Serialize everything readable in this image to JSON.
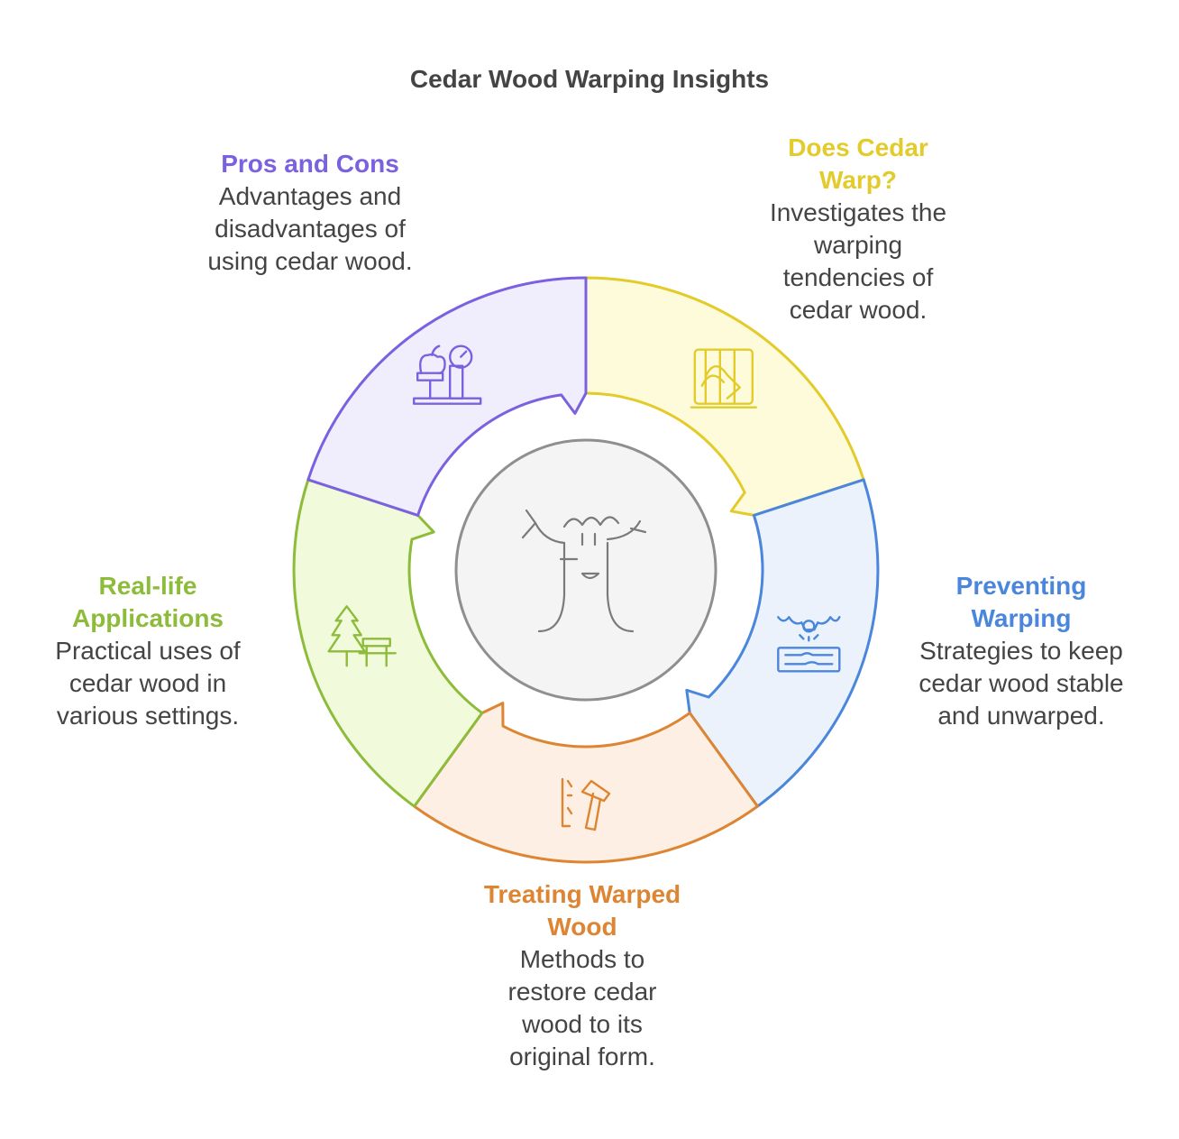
{
  "title": "Cedar Wood Warping Insights",
  "segments": [
    {
      "id": "does-cedar-warp",
      "heading_lines": [
        "Does Cedar",
        "Warp?"
      ],
      "description_lines": [
        "Investigates the",
        "warping",
        "tendencies of",
        "cedar wood."
      ],
      "color": "#E2CB2A",
      "fill": "#FEFBDB",
      "icon": "wood-planks-icon"
    },
    {
      "id": "preventing-warping",
      "heading_lines": [
        "Preventing",
        "Warping"
      ],
      "description_lines": [
        "Strategies to keep",
        "cedar wood stable",
        "and unwarped."
      ],
      "color": "#4A86DC",
      "fill": "#EBF2FC",
      "icon": "wood-board-gear-icon"
    },
    {
      "id": "treating-warped-wood",
      "heading_lines": [
        "Treating Warped",
        "Wood"
      ],
      "description_lines": [
        "Methods to",
        "restore cedar",
        "wood to its",
        "original form."
      ],
      "color": "#DD8533",
      "fill": "#FDEFE3",
      "icon": "hammer-icon"
    },
    {
      "id": "real-life-applications",
      "heading_lines": [
        "Real-life",
        "Applications"
      ],
      "description_lines": [
        "Practical uses of",
        "cedar wood in",
        "various settings."
      ],
      "color": "#8DBB3A",
      "fill": "#F1FBDC",
      "icon": "tree-bench-icon"
    },
    {
      "id": "pros-and-cons",
      "heading_lines": [
        "Pros and Cons"
      ],
      "description_lines": [
        "Advantages and",
        "disadvantages of",
        "using cedar wood."
      ],
      "color": "#7B61E0",
      "fill": "#F0EEFC",
      "icon": "scale-icon"
    }
  ],
  "center": {
    "icon": "tree-face-icon",
    "fill": "#F4F4F4",
    "stroke": "#8F8F8F"
  }
}
